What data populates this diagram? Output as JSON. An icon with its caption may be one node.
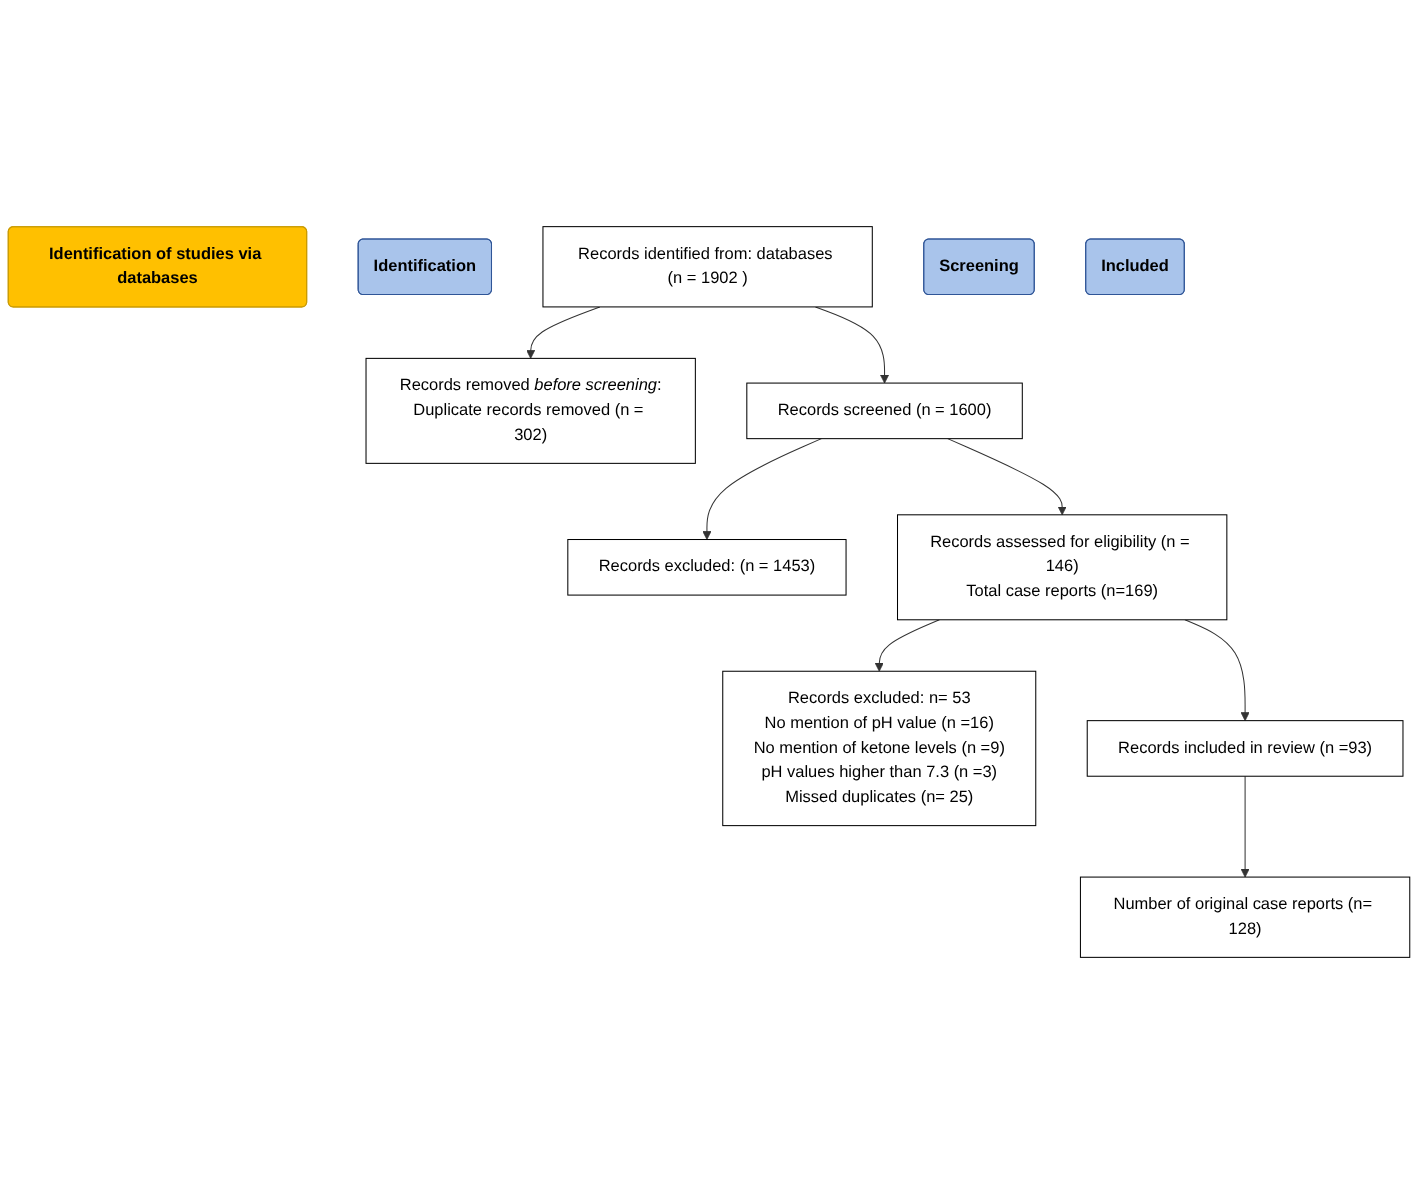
{
  "diagram": {
    "nodes": [
      {
        "text": [
          "Identification of studies via databases"
        ]
      },
      {
        "text": [
          "Identification"
        ]
      },
      {
        "text": [
          "Records identified from: databases (n = 1902 )"
        ]
      },
      {
        "text": [
          "Records removed *before screening*:",
          "Duplicate records removed (n = 302)"
        ]
      },
      {
        "text": [
          "Screening"
        ]
      },
      {
        "text": [
          "Records screened (n = 1600)"
        ]
      },
      {
        "text": [
          "Records excluded: (n = 1453)"
        ]
      },
      {
        "text": [
          "Records assessed for eligibility (n = 146)",
          "Total case reports (n=169)"
        ]
      },
      {
        "text": [
          "Records excluded: n= 53",
          "No mention of pH value (n =16)",
          "No mention of ketone levels (n =9)",
          "pH values higher than 7.3 (n =3)",
          "Missed duplicates (n= 25)"
        ]
      },
      {
        "text": [
          "Included"
        ]
      },
      {
        "text": [
          "Records included in review (n =93)"
        ]
      },
      {
        "text": [
          "Number of original case reports (n= 128)"
        ]
      }
    ],
    "edges": [
      {
        "from": 2,
        "to": 3,
        "arrow": "to"
      },
      {
        "from": 2,
        "to": 5,
        "arrow": "to"
      },
      {
        "from": 5,
        "to": 6,
        "arrow": "to"
      },
      {
        "from": 5,
        "to": 7,
        "arrow": "to"
      },
      {
        "from": 7,
        "to": 8,
        "arrow": "to"
      },
      {
        "from": 7,
        "to": 10,
        "arrow": "to"
      },
      {
        "from": 10,
        "to": 11,
        "arrow": "to"
      }
    ]
  }
}
